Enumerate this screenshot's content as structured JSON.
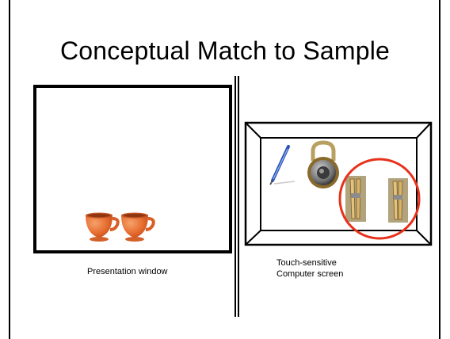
{
  "slide": {
    "title": "Conceptual Match to Sample"
  },
  "left_panel": {
    "caption": "Presentation window",
    "sample_items": [
      "cup",
      "cup"
    ]
  },
  "right_panel": {
    "caption_line1": "Touch-sensitive",
    "caption_line2": "Computer screen",
    "choice_items": [
      "pen",
      "combination-lock",
      "clothespin",
      "clothespin"
    ],
    "selected_choice": "clothespin pair",
    "highlight_color": "#e8311a"
  }
}
